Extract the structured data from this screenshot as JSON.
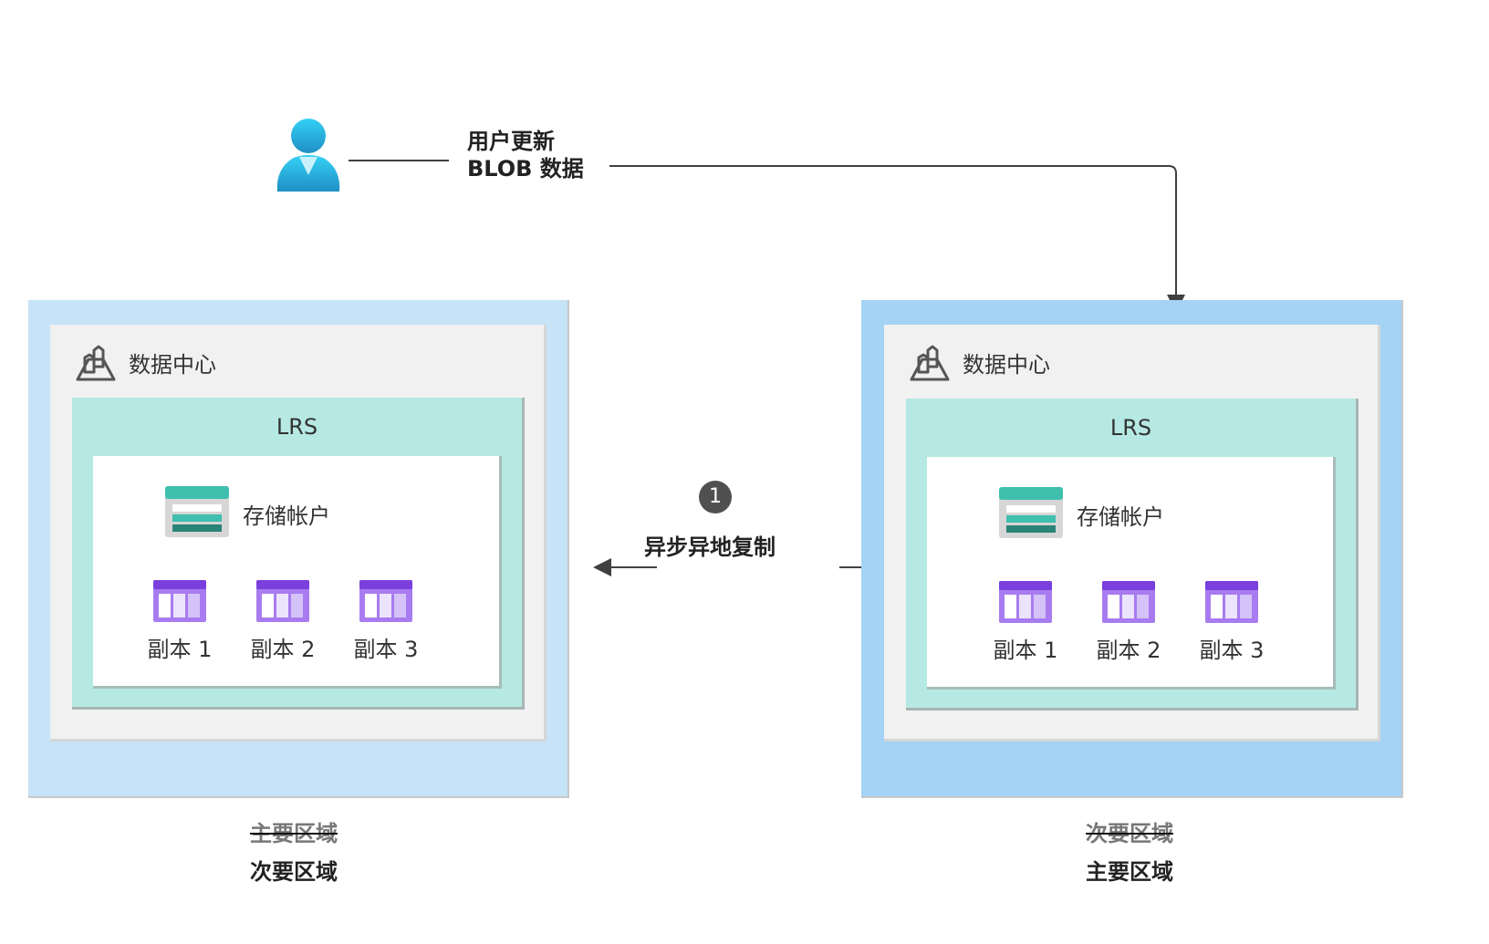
{
  "diagram": {
    "user": {
      "icon": "user-icon",
      "label_line1": "用户更新",
      "label_line2": "BLOB 数据"
    },
    "replication": {
      "step": "1",
      "label": "异步异地复制",
      "direction": "right-to-left"
    },
    "regions": [
      {
        "id": "left",
        "datacenter_label": "数据中心",
        "redundancy_label": "LRS",
        "storage_account_label": "存储帐户",
        "replicas": [
          "副本 1",
          "副本 2",
          "副本 3"
        ],
        "old_role": "主要区域",
        "new_role": "次要区域",
        "color": "#c6e3f8"
      },
      {
        "id": "right",
        "datacenter_label": "数据中心",
        "redundancy_label": "LRS",
        "storage_account_label": "存储帐户",
        "replicas": [
          "副本 1",
          "副本 2",
          "副本 3"
        ],
        "old_role": "次要区域",
        "new_role": "主要区域",
        "color": "#a4d3f6"
      }
    ],
    "colors": {
      "connector": "#404040",
      "datacenter_bg": "#f1f1f1",
      "lrs_bg": "#b6e9e3",
      "storage_teal": "#3fbfae",
      "replica_purple": "#7a3fdc"
    }
  }
}
